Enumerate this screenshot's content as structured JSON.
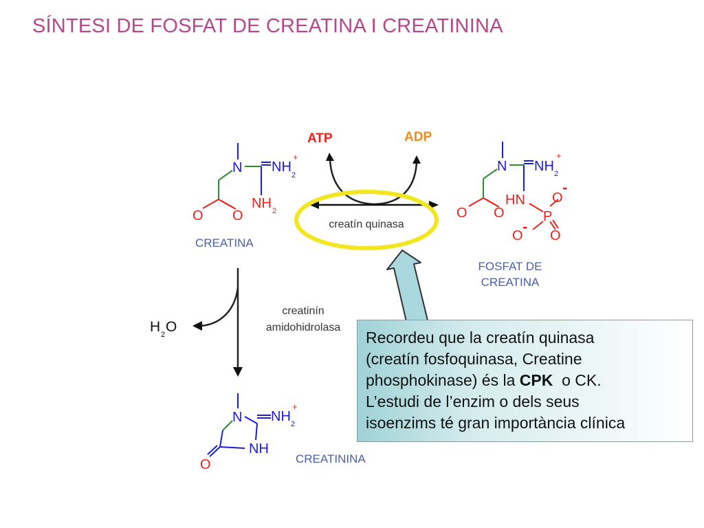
{
  "slide": {
    "title": "SÍNTESI DE FOSFAT DE CREATINA I CREATININA"
  },
  "diagram": {
    "atp": "ATP",
    "adp": "ADP",
    "enzyme_kinase": "creatín quinasa",
    "enzyme_hydrolase_line1": "creatinín",
    "enzyme_hydrolase_line2": "amidohidrolasa",
    "water_h": "H",
    "water_sub": "2",
    "water_o": "O",
    "creatina_label": "CREATINA",
    "fosfat_label_line1": "FOSFAT DE",
    "fosfat_label_line2": "CREATINA",
    "creatinina_label": "CREATININA",
    "atoms": {
      "n": "N",
      "nh": "NH",
      "hn": "HN",
      "o": "O",
      "p": "P",
      "sub2": "2",
      "plus": "+",
      "minus": "-"
    },
    "colors": {
      "green_bond": "#2e8b2e",
      "red_atom": "#e8211b",
      "blue_atom": "#1a1adc",
      "atp": "#e8211b",
      "adp": "#f08a1c",
      "highlight": "#f2e620",
      "label_blue": "#4a5fa8",
      "arrow_fill": "#a9d9de"
    }
  },
  "note": {
    "line1": "Recordeu que la creatín quinasa",
    "line2": "(creatín fosfoquinasa, Creatine",
    "line3_pre": "phosphokinase) és la ",
    "line3_bold": "CPK",
    "line3_post": "  o CK.",
    "line4": "L’estudi de l’enzim o dels seus",
    "line5": "isoenzims té gran importància clínica"
  }
}
